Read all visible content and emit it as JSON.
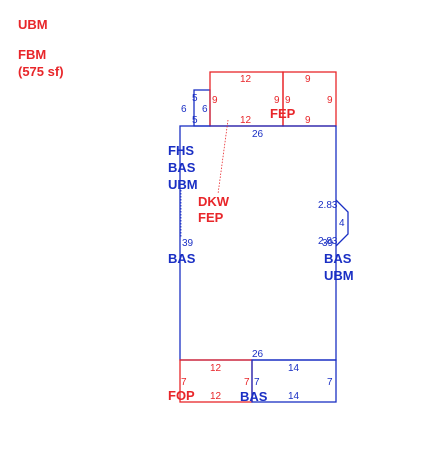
{
  "colors": {
    "red": "#e8262a",
    "blue": "#1a2fc4"
  },
  "legend": {
    "ubm": "UBM",
    "fbm": "FBM",
    "fbm_area": "(575 sf)"
  },
  "labels": {
    "fhs": "FHS",
    "bas_main": "BAS",
    "ubm_main": "UBM",
    "dkw": "DKW",
    "fep_dkw": "FEP",
    "bas_left": "BAS",
    "fep_top": "FEP",
    "bas_right": "BAS",
    "ubm_right": "UBM",
    "fop": "FOP",
    "bas_bottom": "BAS"
  },
  "dimensions": {
    "small_top": "5",
    "small_left": "6",
    "small_right": "6",
    "small_bottom": "5",
    "fep_a_top": "12",
    "fep_a_left": "9",
    "fep_a_right": "9",
    "fep_a_bottom": "12",
    "fep_b_top": "9",
    "fep_b_left": "9",
    "fep_b_right": "9",
    "fep_b_bottom": "9",
    "main_top": "26",
    "main_left": "39",
    "main_right": "39",
    "main_bottom": "26",
    "bay_upper": "2.83",
    "bay_lower": "2.83",
    "bay_side": "4",
    "fop_top": "12",
    "fop_left": "7",
    "fop_right": "7",
    "fop_bottom": "12",
    "bas_b_top": "14",
    "bas_b_left": "7",
    "bas_b_right": "7",
    "bas_b_bottom": "14"
  }
}
